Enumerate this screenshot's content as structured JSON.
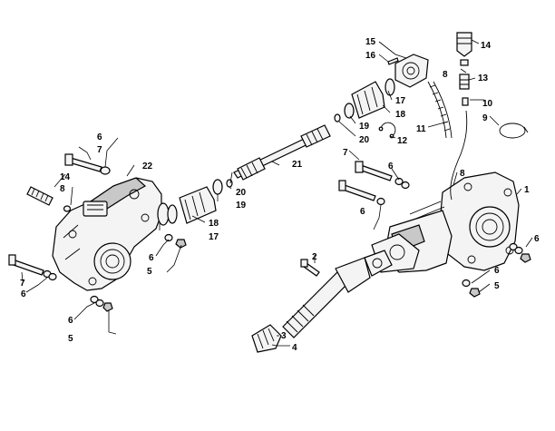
{
  "callouts": {
    "c1": "1",
    "c2": "2",
    "c3": "3",
    "c4": "4",
    "c5a": "5",
    "c5b": "5",
    "c5c": "5",
    "c6a": "6",
    "c6b": "6",
    "c6c": "6",
    "c6d": "6",
    "c6e": "6",
    "c6f": "6",
    "c6g": "6",
    "c6h": "6",
    "c7a": "7",
    "c7b": "7",
    "c7c": "7",
    "c8a": "8",
    "c8b": "8",
    "c8c": "8",
    "c9": "9",
    "c10": "10",
    "c11": "11",
    "c12": "12",
    "c13": "13",
    "c14a": "14",
    "c14b": "14",
    "c15": "15",
    "c16": "16",
    "c17a": "17",
    "c17b": "17",
    "c18a": "18",
    "c18b": "18",
    "c19a": "19",
    "c19b": "19",
    "c20a": "20",
    "c20b": "20",
    "c21": "21",
    "c22": "22"
  }
}
